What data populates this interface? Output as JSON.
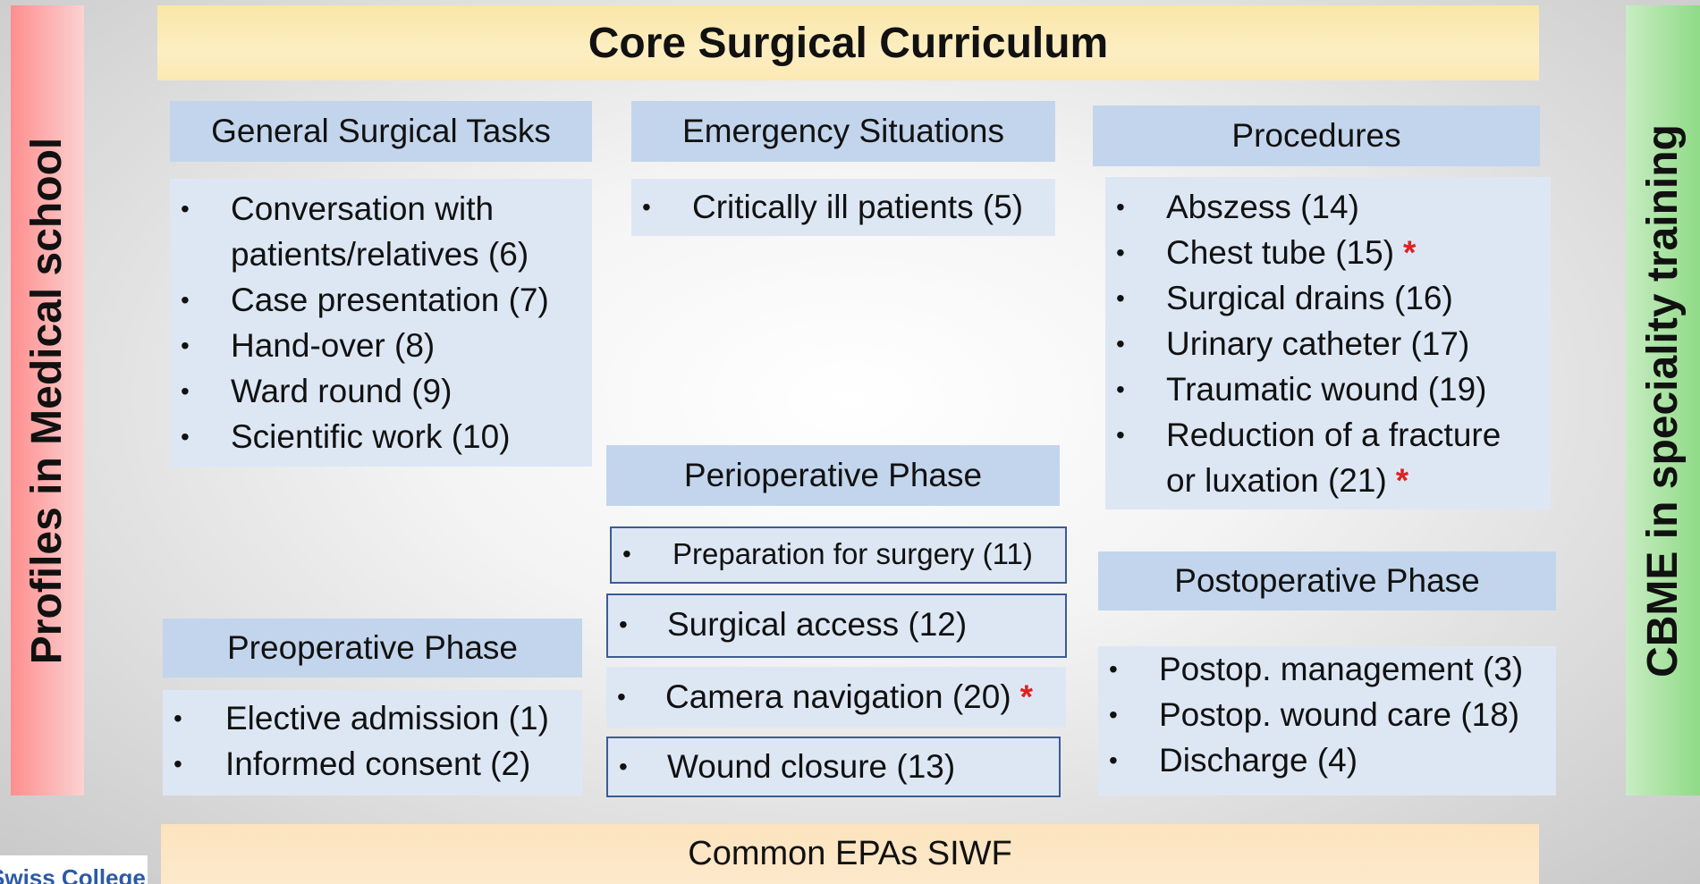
{
  "left_bar": "Profiles in  Medical school",
  "right_bar": "CBME in speciality training",
  "title": "Core Surgical Curriculum",
  "footer": "Common EPAs SIWF",
  "logo_text": "Swiss College",
  "sections": {
    "general": {
      "header": "General Surgical Tasks",
      "items": [
        "Conversation with",
        "patients/relatives (6)",
        "Case presentation (7)",
        "Hand-over (8)",
        "Ward round (9)",
        "Scientific work (10)"
      ]
    },
    "emergency": {
      "header": "Emergency Situations",
      "items": [
        "Critically ill patients (5)"
      ]
    },
    "procedures": {
      "header": "Procedures",
      "items": [
        "Abszess (14)",
        "Chest tube  (15)",
        "Surgical drains (16)",
        "Urinary catheter (17)",
        "Traumatic wound (19)",
        "Reduction of a fracture",
        "or luxation (21)"
      ]
    },
    "perioperative": {
      "header": "Perioperative Phase",
      "items": [
        "Preparation for surgery (11)",
        "Surgical access (12)",
        "Camera navigation (20)",
        "Wound closure (13)"
      ]
    },
    "preoperative": {
      "header": "Preoperative Phase",
      "items": [
        "Elective admission (1)",
        "Informed consent (2)"
      ]
    },
    "postoperative": {
      "header": "Postoperative Phase",
      "items": [
        "Postop. management (3)",
        "Postop. wound care (18)",
        "Discharge (4)"
      ]
    }
  },
  "marker": "*",
  "colors": {
    "header_fill": "#c2d5ec",
    "list_fill": "#dde7f4",
    "title_fill": "#fdeec2",
    "left_bar_fill": "#ff8e8e",
    "right_bar_fill": "#8fdb86",
    "marker_color": "#e02020",
    "box_border": "#3b5c94"
  }
}
